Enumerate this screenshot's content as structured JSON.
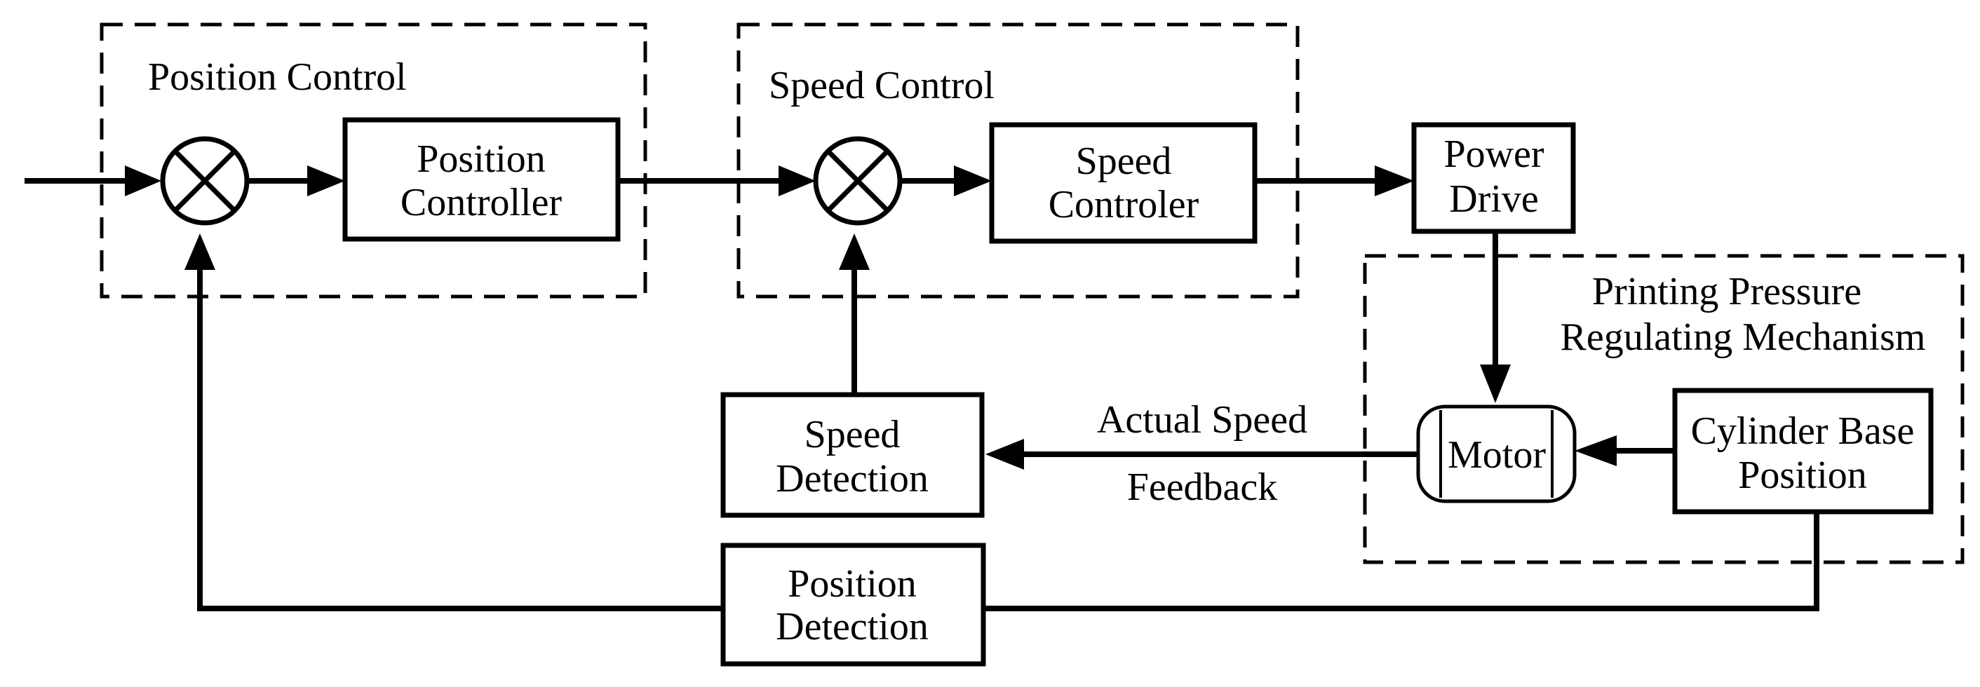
{
  "groups": {
    "position_control": "Position Control",
    "speed_control": "Speed Control",
    "mechanism_line1": "Printing Pressure",
    "mechanism_line2": "Regulating Mechanism"
  },
  "blocks": {
    "position_controller": [
      "Position",
      "Controller"
    ],
    "speed_controller": [
      "Speed",
      "Controler"
    ],
    "power_drive": [
      "Power",
      "Drive"
    ],
    "motor": "Motor",
    "cylinder_base_position": [
      "Cylinder Base",
      "Position"
    ],
    "speed_detection": [
      "Speed",
      "Detection"
    ],
    "position_detection": [
      "Position",
      "Detection"
    ]
  },
  "signals": {
    "actual_speed": "Actual Speed",
    "feedback": "Feedback"
  }
}
